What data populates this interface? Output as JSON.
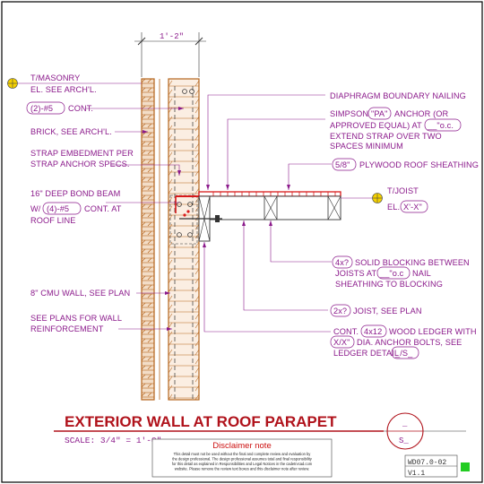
{
  "title": "EXTERIOR WALL AT ROOF PARAPET",
  "scale": "SCALE: 3/4\" = 1'-0\"",
  "dimension": "1'-2\"",
  "labels_left": {
    "masonry_1": "T/MASONRY",
    "masonry_2": "EL. SEE ARCH'L.",
    "cont_box": "(2)-#5",
    "cont_text": "CONT.",
    "brick": "BRICK, SEE ARCH'L.",
    "strap_1": "STRAP EMBEDMENT PER",
    "strap_2": "STRAP ANCHOR SPECS.",
    "bond_1": "16\" DEEP BOND BEAM",
    "bond_2a": "W/",
    "bond_2box": "(4)-#5",
    "bond_2b": "CONT. AT",
    "bond_3": "ROOF LINE",
    "cmu": "8\" CMU WALL, SEE PLAN",
    "plans_1": "SEE PLANS FOR WALL",
    "plans_2": "REINFORCEMENT"
  },
  "labels_right": {
    "diaphragm": "DIAPHRAGM BOUNDARY NAILING",
    "simpson_1a": "SIMPSON",
    "simpson_1box": "\"PA\"",
    "simpson_1b": "ANCHOR (OR",
    "simpson_2a": "APPROVED EQUAL) AT",
    "simpson_2box": "__\"o.c.",
    "simpson_3": "EXTEND STRAP OVER TWO",
    "simpson_4": "SPACES MINIMUM",
    "plywood_box": "5/8\"",
    "plywood_text": "PLYWOOD ROOF SHEATHING",
    "tjoist_1": "T/JOIST",
    "tjoist_2a": "EL.",
    "tjoist_2box": "X'-X\"",
    "blocking_box": "4x?",
    "blocking_1": "SOLID BLOCKING BETWEEN",
    "blocking_2a": "JOISTS AT",
    "blocking_2box": "__\"o.c",
    "blocking_2b": "NAIL",
    "blocking_3": "SHEATHING TO BLOCKING",
    "joist_box": "2x?",
    "joist_text": "JOIST, SEE PLAN",
    "ledger_1a": "CONT.",
    "ledger_1box": "4x12",
    "ledger_1b": "WOOD LEDGER WITH",
    "ledger_2box": "X/X\"",
    "ledger_2b": "DIA. ANCHOR BOLTS, SEE",
    "ledger_3a": "LEDGER DETAIL",
    "ledger_3box": "_/S_"
  },
  "section_bubble": {
    "top": "_",
    "bottom": "S_"
  },
  "disclaimer": {
    "heading": "Disclaimer note",
    "line_1": "This detail must not be used without the final and complete review and evaluation by",
    "line_2": "the design professional. The design professional assumes total and final responsibility",
    "line_3": "for this detail as explained in Responsibilities and Legal Notices in the cadetrvcad.com",
    "line_4": "website. Please remove the review text boxes and this disclaimer note after review."
  },
  "detail_number": "WD07.0-02",
  "version": "V1.1",
  "colors": {
    "purple": "#8b1a8b",
    "title_red": "#b0121b",
    "brick": "#b5651d",
    "sheathing_red": "#d81a1a",
    "status_green": "#22cc22"
  }
}
